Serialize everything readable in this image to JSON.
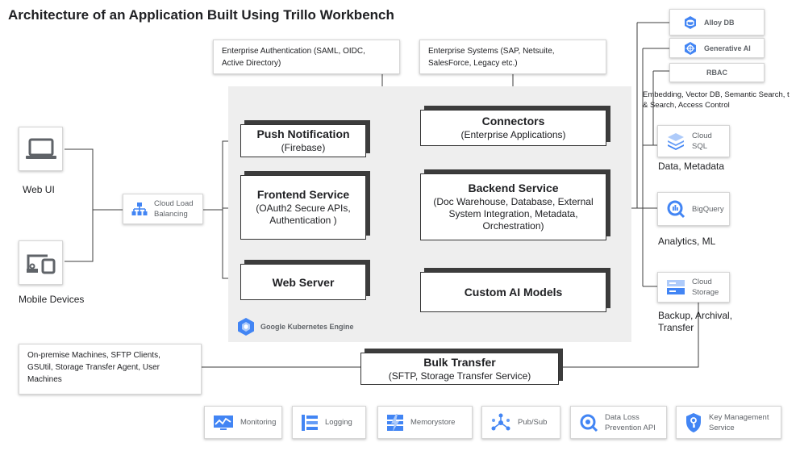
{
  "title": "Architecture of an Application Built Using Trillo Workbench",
  "clients": {
    "web_ui": "Web UI",
    "mobile": "Mobile Devices"
  },
  "load_balancer": {
    "line1": "Cloud Load",
    "line2": "Balancing"
  },
  "enterprise_auth": {
    "line1": "Enterprise Authentication (SAML, OIDC,",
    "line2": "Active Directory)"
  },
  "enterprise_systems": {
    "line1": "Enterprise Systems (SAP, Netsuite,",
    "line2": "SalesForce, Legacy etc.)"
  },
  "services": {
    "push": {
      "title": "Push Notification",
      "sub": "(Firebase)"
    },
    "frontend": {
      "title": "Frontend Service",
      "sub1": "(OAuth2 Secure APIs,",
      "sub2": "Authentication )"
    },
    "web_server": {
      "title": "Web Server"
    },
    "connectors": {
      "title": "Connectors",
      "sub": "(Enterprise Applications)"
    },
    "backend": {
      "title": "Backend Service",
      "sub1": "(Doc Warehouse, Database, External",
      "sub2": "System Integration, Metadata,",
      "sub3": "Orchestration)"
    },
    "custom_ai": {
      "title": "Custom AI Models"
    }
  },
  "gke_label": "Google Kubernetes Engine",
  "right_services": {
    "alloydb": "Alloy DB",
    "genai": "Generative AI",
    "rbac": "RBAC",
    "caption1": "Embedding, Vector DB, Semantic Search, t",
    "caption2": "& Search, Access Control",
    "cloud_sql": {
      "line1": "Cloud",
      "line2": "SQL",
      "caption": "Data, Metadata"
    },
    "bigquery": {
      "name": "BigQuery",
      "caption": "Analytics, ML"
    },
    "cloud_storage": {
      "line1": "Cloud",
      "line2": "Storage",
      "caption1": "Backup, Archival,",
      "caption2": "Transfer"
    }
  },
  "onprem": {
    "line1": "On-premise Machines, SFTP Clients,",
    "line2": "GSUtil, Storage Transfer Agent, User",
    "line3": "Machines"
  },
  "bulk_transfer": {
    "title": "Bulk Transfer",
    "sub": "(SFTP, Storage Transfer Service)"
  },
  "bottom_services": [
    {
      "name": "Monitoring",
      "icon": "monitoring-icon"
    },
    {
      "name": "Logging",
      "icon": "logging-icon"
    },
    {
      "name": "Memorystore",
      "icon": "memorystore-icon"
    },
    {
      "name": "Pub/Sub",
      "icon": "pubsub-icon"
    },
    {
      "name": "Data Loss",
      "name2": "Prevention API",
      "icon": "dlp-icon"
    },
    {
      "name": "Key Management",
      "name2": "Service",
      "icon": "kms-icon"
    }
  ],
  "colors": {
    "google_blue": "#4285f4",
    "gke_bg": "#eeeeee",
    "icon_gray": "#5f6368",
    "line": "#3c3c3c"
  }
}
